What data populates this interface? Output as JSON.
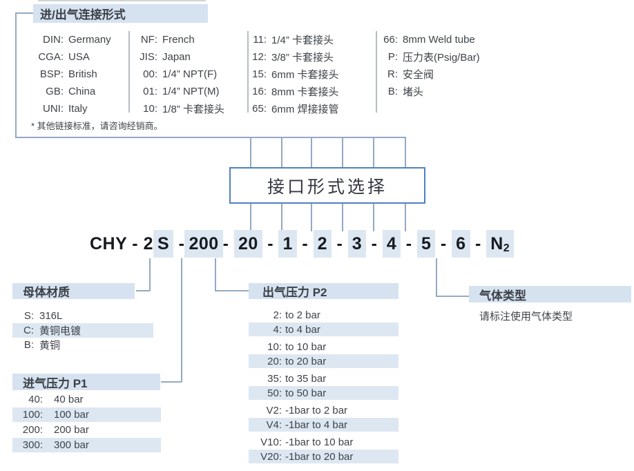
{
  "connection_section": {
    "title": "进/出气连接形式",
    "note": "* 其他链接标准，请咨询经销商。",
    "columns": [
      {
        "rows": [
          {
            "key": "DIN:",
            "value": "Germany"
          },
          {
            "key": "CGA:",
            "value": "USA"
          },
          {
            "key": "BSP:",
            "value": "British"
          },
          {
            "key": "GB:",
            "value": "China"
          },
          {
            "key": "UNI:",
            "value": "Italy"
          }
        ]
      },
      {
        "rows": [
          {
            "key": "NF:",
            "value": "French"
          },
          {
            "key": "JIS:",
            "value": "Japan"
          },
          {
            "key": "00:",
            "value": "1/4” NPT(F)"
          },
          {
            "key": "01:",
            "value": "1/4” NPT(M)"
          },
          {
            "key": "10:",
            "value": "1/8” 卡套接头"
          }
        ]
      },
      {
        "rows": [
          {
            "key": "11:",
            "value": "1/4” 卡套接头"
          },
          {
            "key": "12:",
            "value": "3/8” 卡套接头"
          },
          {
            "key": "15:",
            "value": "6mm 卡套接头"
          },
          {
            "key": "16:",
            "value": "8mm 卡套接头"
          },
          {
            "key": "65:",
            "value": "6mm 焊接接管"
          }
        ]
      },
      {
        "rows": [
          {
            "key": "66:",
            "value": "8mm Weld tube"
          },
          {
            "key": "P:",
            "value": "压力表(Psig/Bar)"
          },
          {
            "key": "R:",
            "value": "安全阀"
          },
          {
            "key": "B:",
            "value": "堵头"
          }
        ]
      }
    ]
  },
  "selector_box": {
    "label": "接口形式选择"
  },
  "code": {
    "segments": [
      {
        "text": "CHY ",
        "hl": false
      },
      {
        "text": "- ",
        "hl": false
      },
      {
        "text": "2",
        "hl": false
      },
      {
        "text": "S",
        "hl": true
      },
      {
        "text": " -",
        "hl": false
      },
      {
        "text": "200",
        "hl": true
      },
      {
        "text": "- ",
        "hl": false
      },
      {
        "text": "20",
        "hl": true
      },
      {
        "text": " - ",
        "hl": false
      },
      {
        "text": "1",
        "hl": true
      },
      {
        "text": " - ",
        "hl": false
      },
      {
        "text": "2",
        "hl": true
      },
      {
        "text": " - ",
        "hl": false
      },
      {
        "text": "3",
        "hl": true
      },
      {
        "text": " - ",
        "hl": false
      },
      {
        "text": "4",
        "hl": true
      },
      {
        "text": " - ",
        "hl": false
      },
      {
        "text": "5",
        "hl": true
      },
      {
        "text": " - ",
        "hl": false
      },
      {
        "text": "6",
        "hl": true
      },
      {
        "text": " - ",
        "hl": false
      },
      {
        "text": "N",
        "sub": "2",
        "hl": true
      }
    ]
  },
  "material_section": {
    "title": "母体材质",
    "items": [
      {
        "key": "S:",
        "value": "316L",
        "hl": false
      },
      {
        "key": "C:",
        "value": "黄铜电镀",
        "hl": true
      },
      {
        "key": "B:",
        "value": "黄铜",
        "hl": false
      }
    ]
  },
  "inlet_pressure_section": {
    "title": "进气压力 P1",
    "items": [
      {
        "key": "40:",
        "value": "40 bar",
        "hl": false
      },
      {
        "key": "100:",
        "value": "100 bar",
        "hl": true
      },
      {
        "key": "200:",
        "value": "200 bar",
        "hl": false
      },
      {
        "key": "300:",
        "value": "300 bar",
        "hl": true
      }
    ]
  },
  "outlet_pressure_section": {
    "title": "出气压力 P2",
    "items": [
      {
        "key": "2:",
        "value": "to 2 bar",
        "hl": false
      },
      {
        "key": "4:",
        "value": "to 4 bar",
        "hl": true
      },
      {
        "key": "10:",
        "value": "to 10 bar",
        "hl": false
      },
      {
        "key": "20:",
        "value": "to 20 bar",
        "hl": true
      },
      {
        "key": "35:",
        "value": "to 35 bar",
        "hl": false
      },
      {
        "key": "50:",
        "value": "to 50 bar",
        "hl": true
      },
      {
        "key": "V2:",
        "value": "-1bar to 2 bar",
        "hl": false
      },
      {
        "key": "V4:",
        "value": "-1bar to 4 bar",
        "hl": true
      },
      {
        "key": "V10:",
        "value": "-1bar to 10 bar",
        "hl": false
      },
      {
        "key": "V20:",
        "value": "-1bar to 20 bar",
        "hl": true
      }
    ]
  },
  "gas_section": {
    "title": "气体类型",
    "caption": "请标注使用气体类型"
  }
}
